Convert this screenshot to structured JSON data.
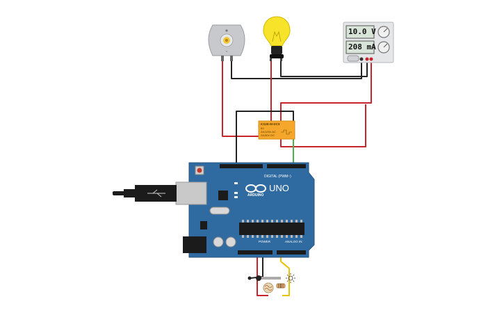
{
  "power_supply": {
    "voltage": "10.0 V",
    "current": "208 mA"
  },
  "relay": {
    "part": "KS2E-M-DC5",
    "line2": "5V",
    "line3": "2A/125V AC",
    "line4": "2A/30V DC"
  },
  "board": {
    "model": "UNO",
    "brand": "ARDUINO",
    "digital_label": "DIGITAL (PWM~)",
    "power_label": "POWER",
    "analog_label": "ANALOG IN"
  },
  "motor": {
    "label": "~"
  },
  "colors": {
    "board": "#2f6aa0",
    "wire_red": "#c8242b",
    "wire_black": "#222222",
    "wire_green": "#4caf50",
    "wire_yellow": "#e8c200",
    "relay": "#f4a72a",
    "bulb": "#f7e32a"
  },
  "icons": [
    "bulb-icon",
    "motor-icon",
    "sun-icon",
    "usb-plug-icon",
    "reset-button-icon"
  ]
}
